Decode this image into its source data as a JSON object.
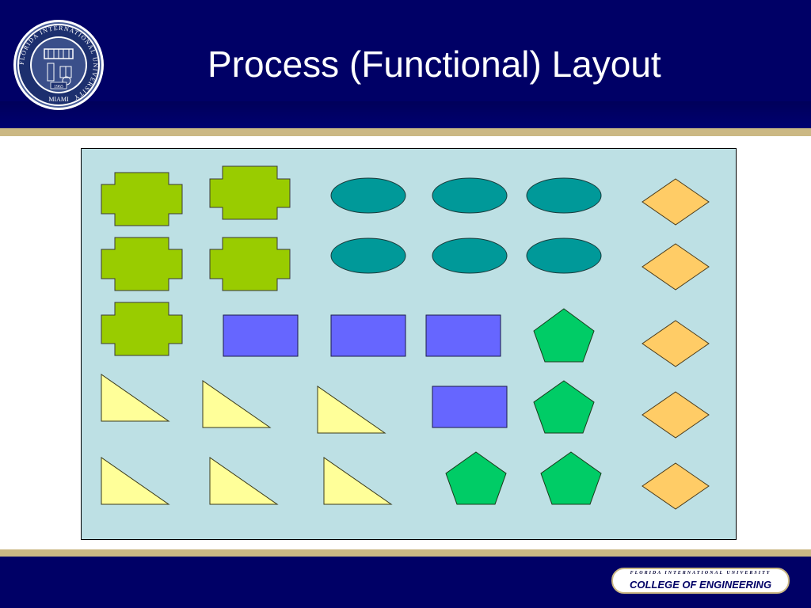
{
  "slide": {
    "title": "Process (Functional) Layout"
  },
  "seal": {
    "ring_text": "FLORIDA INTERNATIONAL UNIVERSITY",
    "bottom_text": "MIAMI",
    "year": "1965"
  },
  "footer": {
    "badge_top": "FLORIDA INTERNATIONAL UNIVERSITY",
    "badge_main": "COLLEGE OF ENGINEERING"
  },
  "colors": {
    "header": "#000066",
    "gold": "#cbb884",
    "panel": "#bde0e4",
    "cross": "#99cc00",
    "ellipse": "#009999",
    "rectangle": "#6666ff",
    "pentagon": "#00cc66",
    "diamond": "#ffcc66",
    "triangle": "#ffff99"
  }
}
